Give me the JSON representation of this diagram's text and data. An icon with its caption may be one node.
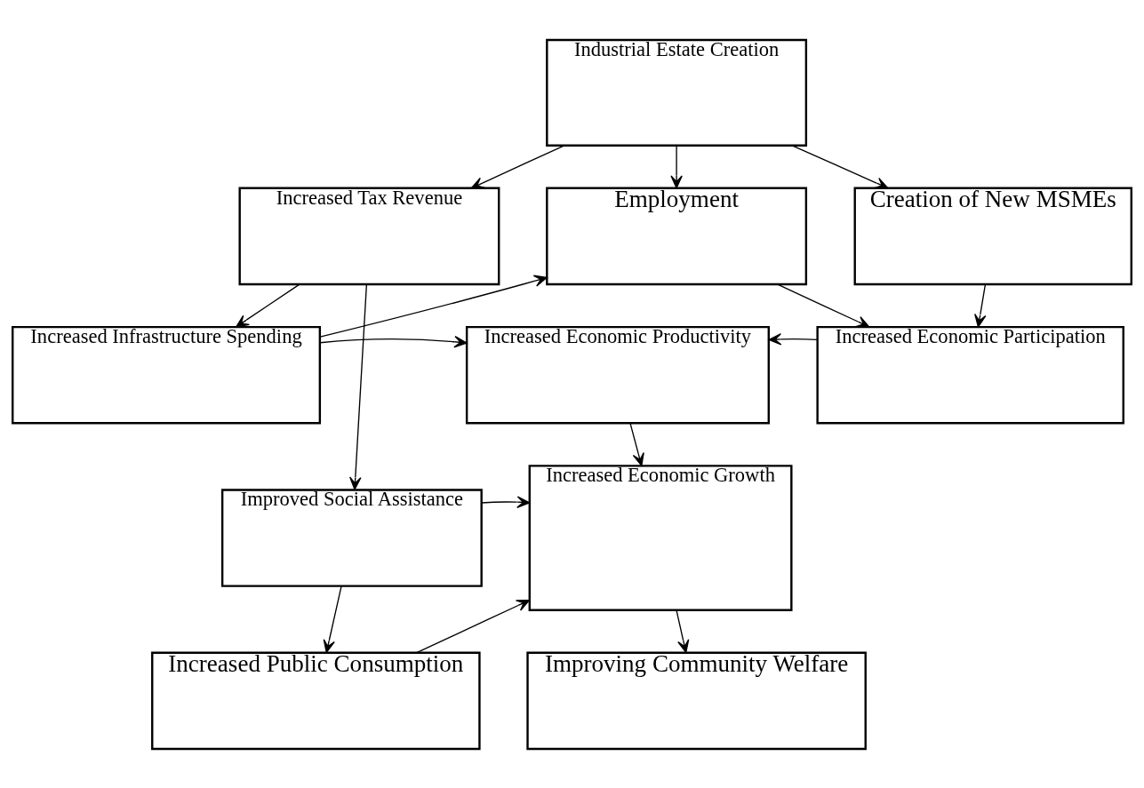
{
  "diagram": {
    "nodes": [
      {
        "text": [
          "Industrial Estate Creation"
        ]
      },
      {
        "text": [
          "Increased Tax Revenue"
        ]
      },
      {
        "text": [
          "Employment"
        ]
      },
      {
        "text": [
          "Creation of New MSMEs"
        ]
      },
      {
        "text": [
          "Increased Infrastructure Spending"
        ]
      },
      {
        "text": [
          "Increased Economic Productivity"
        ]
      },
      {
        "text": [
          "Increased Economic Participation"
        ]
      },
      {
        "text": [
          "Improved Social Assistance"
        ]
      },
      {
        "text": [
          "Increased Economic Growth"
        ]
      },
      {
        "text": [
          "Increased Public Consumption"
        ]
      },
      {
        "text": [
          "Improving Community Welfare"
        ]
      }
    ],
    "edges": [
      {
        "from": 0,
        "to": 1,
        "arrow": "to"
      },
      {
        "from": 0,
        "to": 2,
        "arrow": "to"
      },
      {
        "from": 0,
        "to": 3,
        "arrow": "to"
      },
      {
        "from": 1,
        "to": 4,
        "arrow": "to"
      },
      {
        "from": 1,
        "to": 7,
        "arrow": "to"
      },
      {
        "from": 4,
        "to": 2,
        "arrow": "to"
      },
      {
        "from": 2,
        "to": 6,
        "arrow": "to"
      },
      {
        "from": 3,
        "to": 6,
        "arrow": "to"
      },
      {
        "from": 4,
        "to": 5,
        "arrow": "to"
      },
      {
        "from": 6,
        "to": 5,
        "arrow": "to"
      },
      {
        "from": 5,
        "to": 8,
        "arrow": "to"
      },
      {
        "from": 7,
        "to": 8,
        "arrow": "to"
      },
      {
        "from": 7,
        "to": 9,
        "arrow": "to"
      },
      {
        "from": 9,
        "to": 8,
        "arrow": "to"
      },
      {
        "from": 8,
        "to": 10,
        "arrow": "to"
      }
    ]
  }
}
